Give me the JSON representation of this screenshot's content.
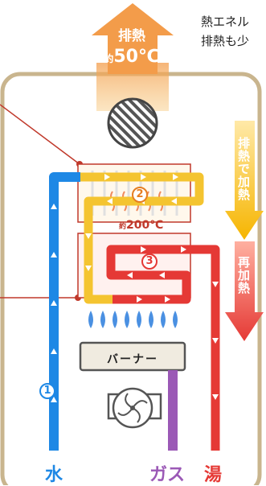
{
  "exhaust": {
    "title": "排熱",
    "prefix": "約",
    "temp": "50℃"
  },
  "notes": {
    "line1": "熱エネル",
    "line2": "排熱も少"
  },
  "side_labels": {
    "reheat_by_exhaust": "排熱で加熱",
    "reheat": "再加熱"
  },
  "heat_exchanger": {
    "temp_prefix": "約",
    "temp": "200℃"
  },
  "burner": {
    "label": "バーナー"
  },
  "pipes": {
    "water": "水",
    "gas": "ガス",
    "hot_water": "湯"
  },
  "markers": {
    "one": "1",
    "two": "2",
    "three": "3"
  },
  "colors": {
    "water": "#1e88e5",
    "gas": "#9b59b6",
    "hot_water": "#e53935",
    "primary_heat": "#f4c430",
    "exhaust": "#f39c4a",
    "frame": "#c9b58e",
    "flame": "#4a90e2"
  }
}
